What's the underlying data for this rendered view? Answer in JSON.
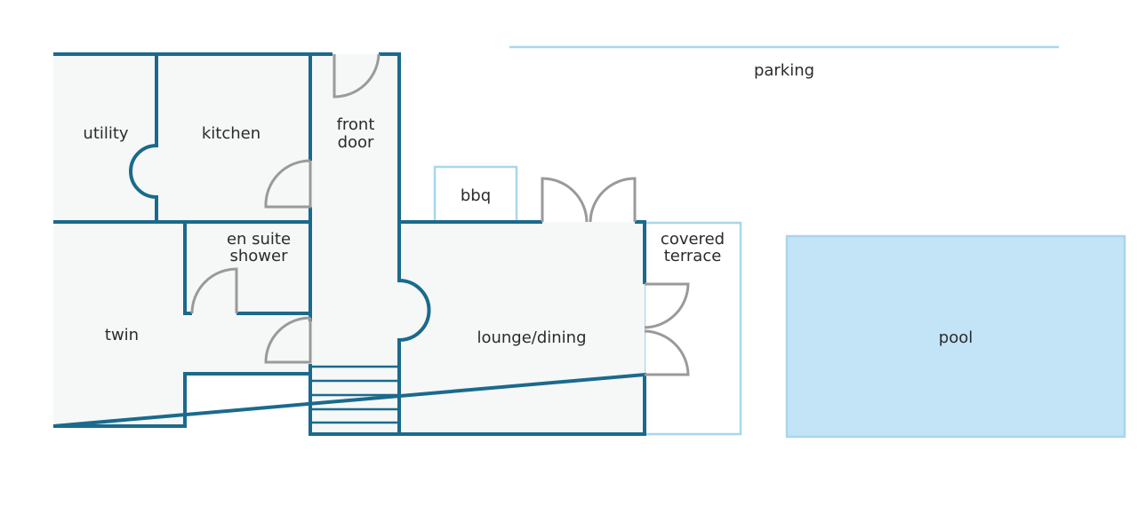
{
  "colors": {
    "wall": "#1a6a8c",
    "interior": "#f6f7f7",
    "outdoor_outline": "#a9d6ec",
    "pool_fill": "#c3e4f7",
    "door": "#9a9a9a",
    "text": "#2b2b2b"
  },
  "rooms": {
    "utility": "utility",
    "kitchen": "kitchen",
    "front_door": [
      "front",
      "door"
    ],
    "en_suite_shower": [
      "en suite",
      "shower"
    ],
    "twin": "twin",
    "lounge_dining": "lounge/dining",
    "bbq": "bbq",
    "covered_terrace": [
      "covered",
      "terrace"
    ],
    "parking": "parking",
    "pool": "pool"
  }
}
